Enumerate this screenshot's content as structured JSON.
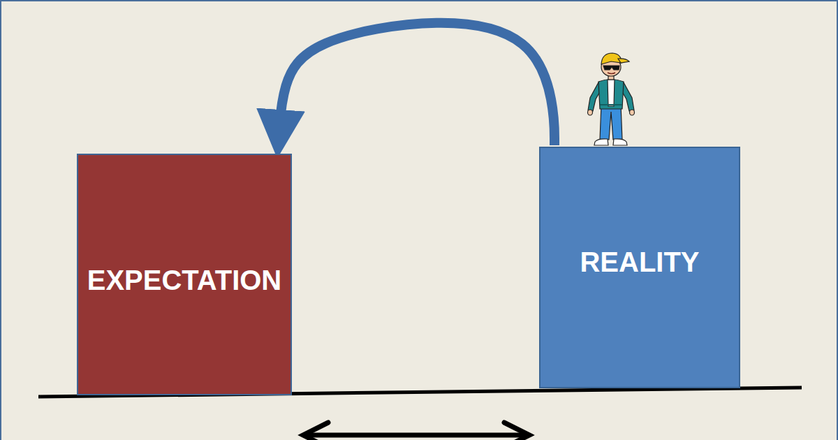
{
  "diagram": {
    "nodes": [
      {
        "text": [
          "EXPECTATION"
        ]
      },
      {
        "text": [
          "REALITY"
        ]
      }
    ],
    "edges": [
      {
        "from": 1,
        "to": 0,
        "arrow": "to"
      }
    ]
  }
}
